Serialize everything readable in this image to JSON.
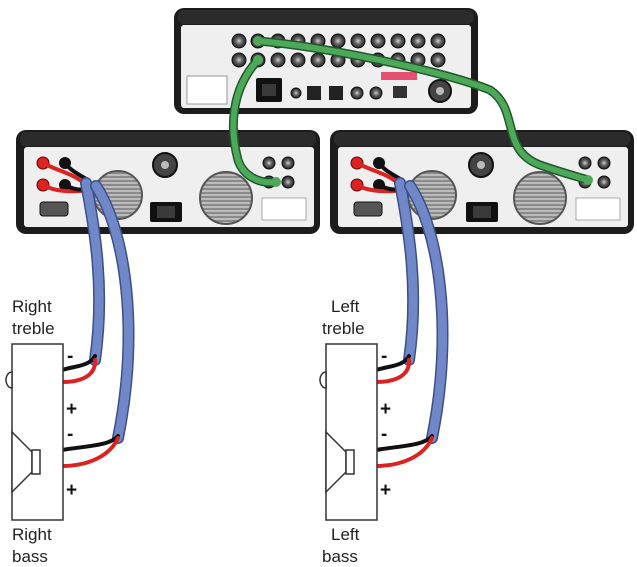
{
  "colors": {
    "chassis": "#1c1c1c",
    "panel": "#efefef",
    "cable_signal": "#4ea85a",
    "cable_speaker": "#7088c8",
    "wire_positive": "#dd2222",
    "wire_negative": "#111111",
    "badge": "#e55070"
  },
  "labels": {
    "right_treble": [
      "Right",
      "treble"
    ],
    "right_bass": [
      "Right",
      "bass"
    ],
    "left_treble": [
      "Left",
      "treble"
    ],
    "left_bass": [
      "Left",
      "bass"
    ]
  },
  "terminals": {
    "negative": "-",
    "positive": "+"
  }
}
